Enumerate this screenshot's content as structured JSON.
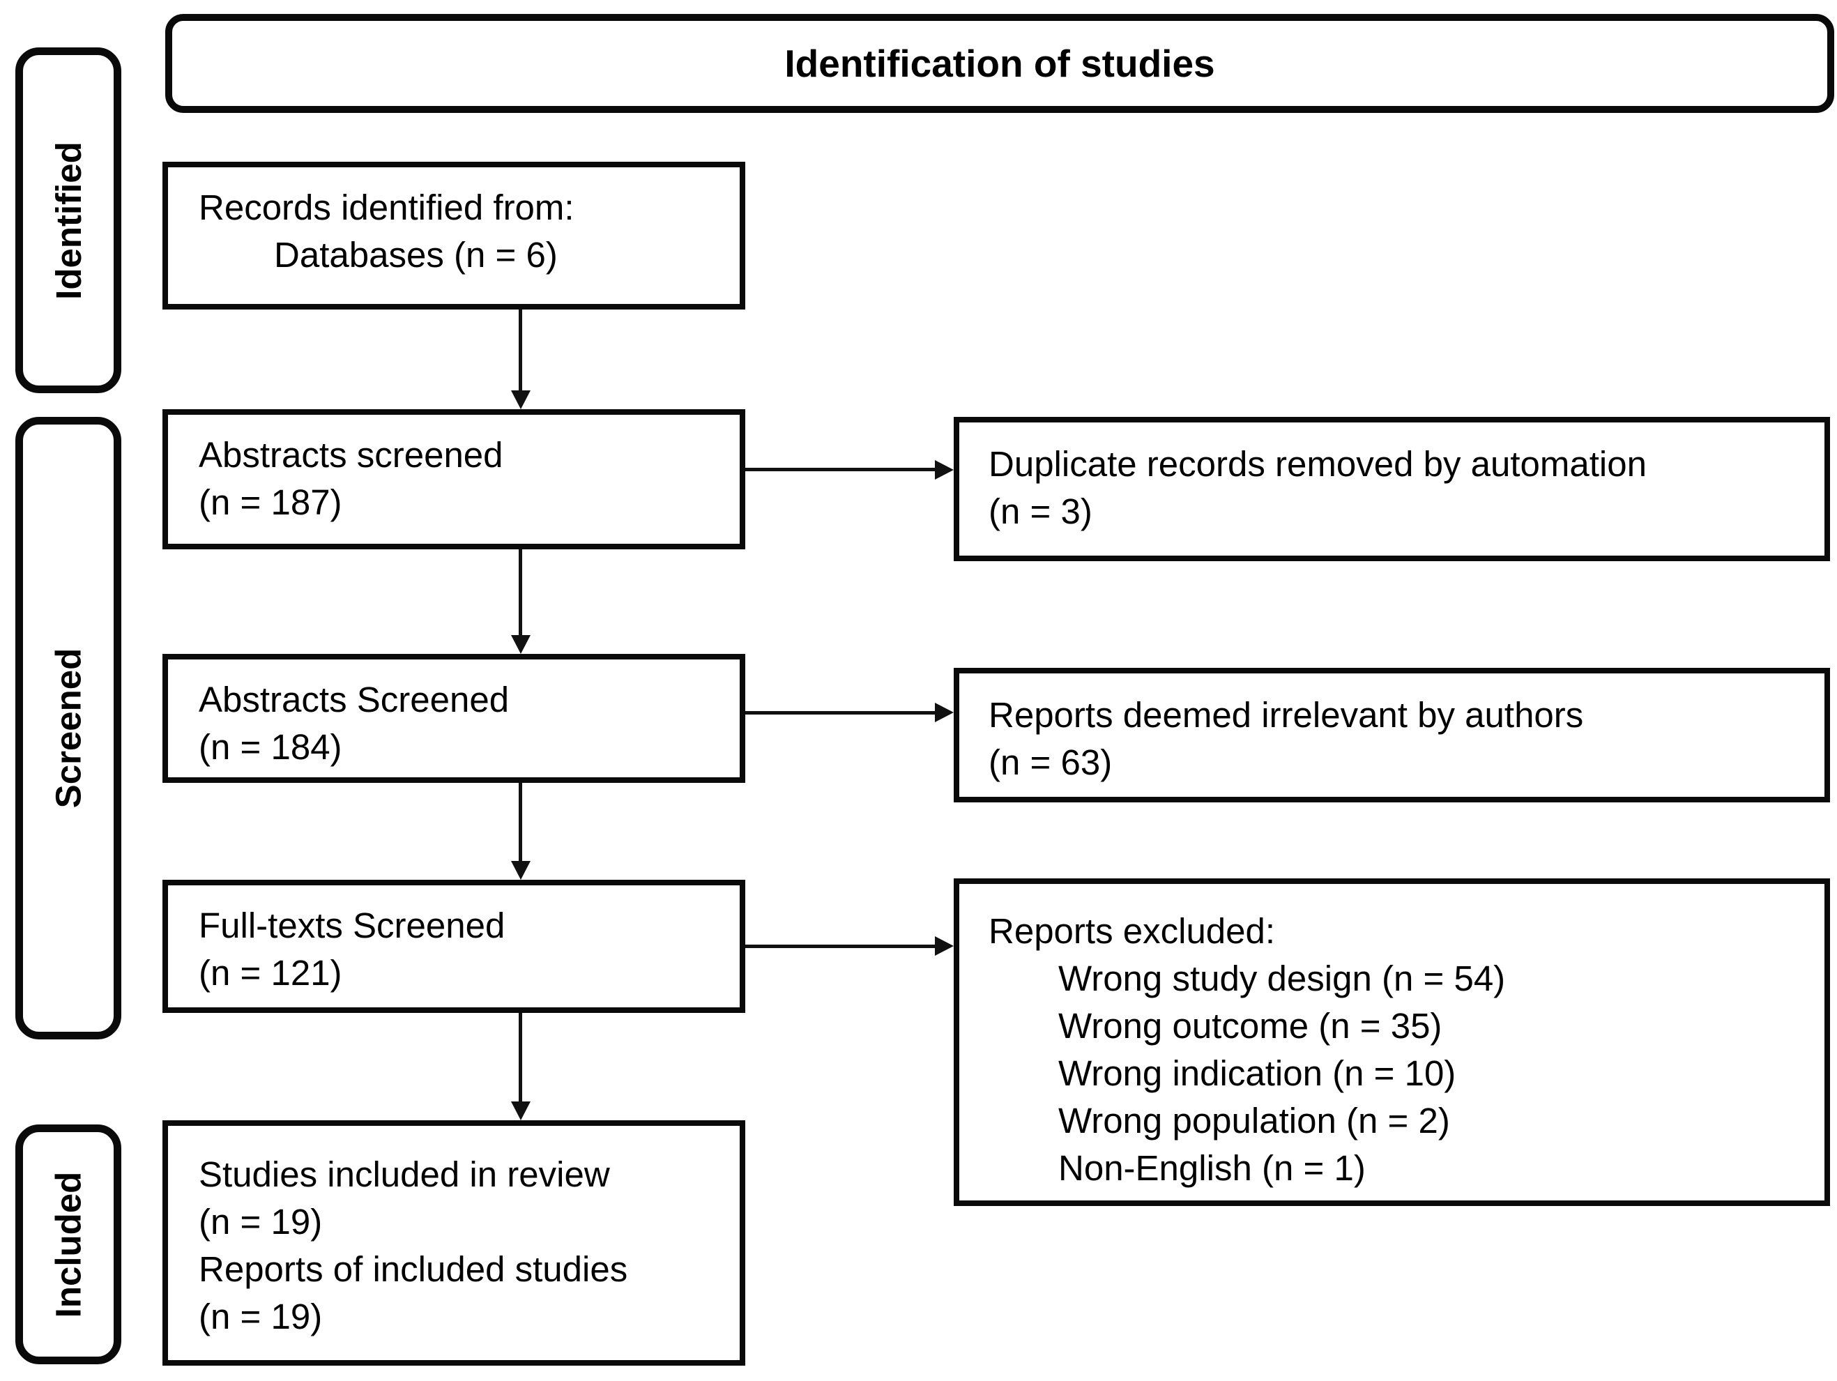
{
  "title": "Identification of studies",
  "sidebar": {
    "items": [
      {
        "label": "Identified"
      },
      {
        "label": "Screened"
      },
      {
        "label": "Included"
      }
    ]
  },
  "flow_boxes": [
    {
      "lines": [
        "Records identified from:",
        "Databases (n = 6)"
      ]
    },
    {
      "lines": [
        "Abstracts screened",
        "(n = 187)"
      ]
    },
    {
      "lines": [
        "Abstracts Screened",
        "(n = 184)"
      ]
    },
    {
      "lines": [
        "Full-texts Screened",
        "(n = 121)"
      ]
    },
    {
      "lines": [
        "Studies included in review",
        "(n = 19)",
        "Reports of included studies",
        "(n = 19)"
      ]
    }
  ],
  "exclusion_boxes": [
    {
      "lines": [
        "Duplicate records removed by automation",
        "(n = 3)"
      ]
    },
    {
      "lines": [
        "Reports deemed irrelevant by authors",
        "(n = 63)"
      ]
    },
    {
      "heading": "Reports excluded:",
      "reasons": [
        "Wrong study design (n = 54)",
        "Wrong outcome (n = 35)",
        "Wrong indication (n = 10)",
        "Wrong population (n = 2)",
        "Non-English (n = 1)"
      ]
    }
  ],
  "colors": {
    "border": "#000000",
    "background": "#ffffff",
    "text": "#000000"
  }
}
